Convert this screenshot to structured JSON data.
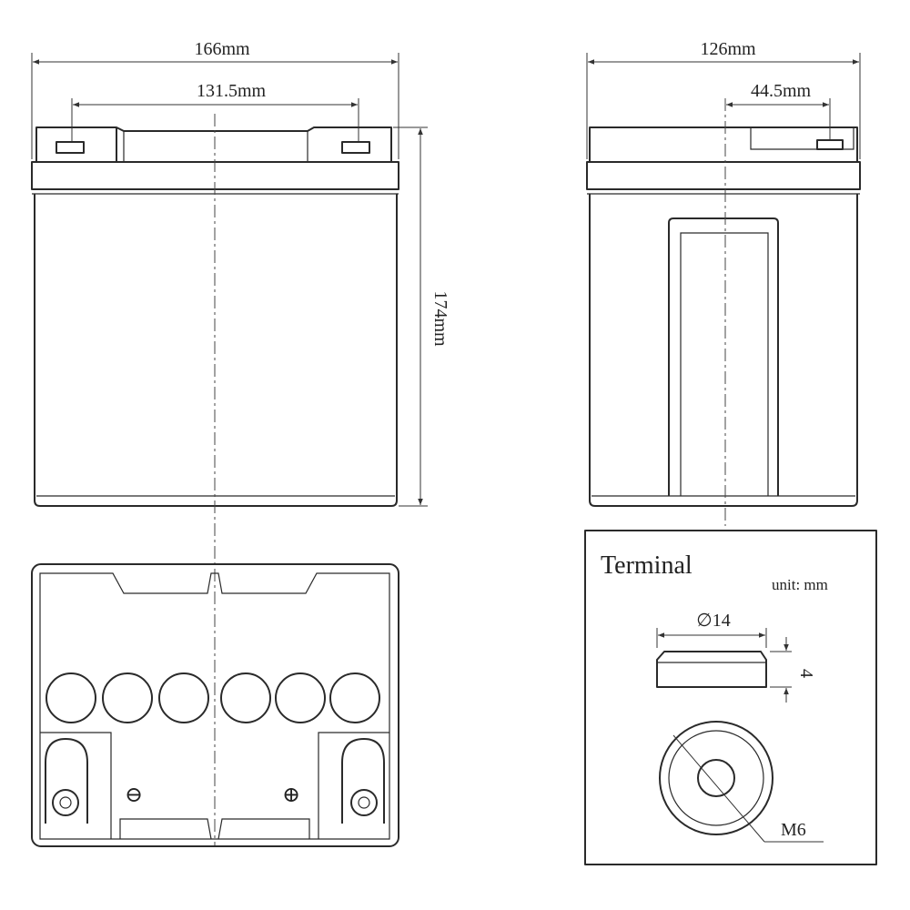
{
  "front_view": {
    "width_label": "166mm",
    "terminal_spacing_label": "131.5mm",
    "height_label": "174mm"
  },
  "side_view": {
    "width_label": "126mm",
    "terminal_offset_label": "44.5mm"
  },
  "top_view": {
    "negative_symbol": "⊖",
    "positive_symbol": "⊕"
  },
  "terminal_detail": {
    "title": "Terminal",
    "unit_label": "unit: mm",
    "diameter_label": "∅14",
    "height_label": "4",
    "thread_label": "M6"
  }
}
